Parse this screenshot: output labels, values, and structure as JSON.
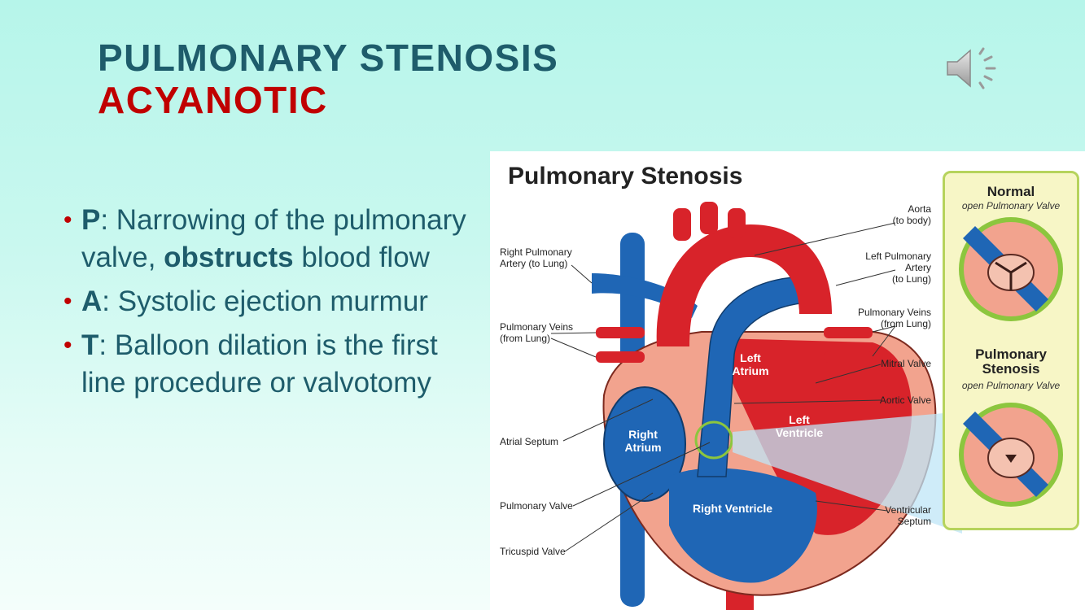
{
  "title": {
    "line1": "PULMONARY STENOSIS",
    "line2": "ACYANOTIC"
  },
  "bullets": [
    {
      "key": "P",
      "pre": ": Narrowing of the pulmonary valve, ",
      "bold": "obstructs",
      "post": " blood flow"
    },
    {
      "key": "A",
      "pre": ": Systolic ejection murmur",
      "bold": "",
      "post": ""
    },
    {
      "key": "T",
      "pre": ": Balloon dilation is the first line procedure or valvotomy",
      "bold": "",
      "post": ""
    }
  ],
  "figure": {
    "title": "Pulmonary Stenosis",
    "labels": {
      "aorta": "Aorta\n(to body)",
      "right_pulmonary_artery": "Right Pulmonary\nArtery (to Lung)",
      "left_pulmonary_artery": "Left Pulmonary\nArtery\n(to Lung)",
      "pulmonary_veins_left": "Pulmonary Veins\n(from Lung)",
      "pulmonary_veins_right": "Pulmonary Veins\n(from Lung)",
      "mitral_valve": "Mitral Valve",
      "aortic_valve": "Aortic Valve",
      "atrial_septum": "Atrial Septum",
      "pulmonary_valve": "Pulmonary Valve",
      "tricuspid_valve": "Tricuspid Valve",
      "ventricular_septum": "Ventricular\nSeptum",
      "left_atrium": "Left\nAtrium",
      "left_ventricle": "Left\nVentricle",
      "right_atrium": "Right\nAtrium",
      "right_ventricle": "Right Ventricle"
    },
    "inset": {
      "normal_heading": "Normal",
      "normal_sub": "open Pulmonary Valve",
      "stenosis_heading": "Pulmonary\nStenosis",
      "stenosis_sub": "open Pulmonary Valve"
    }
  },
  "colors": {
    "title_primary": "#1e5c6b",
    "title_accent": "#c00000",
    "vessel_blue": "#1f66b5",
    "vessel_red": "#d8232a",
    "tissue": "#f2a38e"
  },
  "icons": {
    "audio": "speaker-icon"
  }
}
